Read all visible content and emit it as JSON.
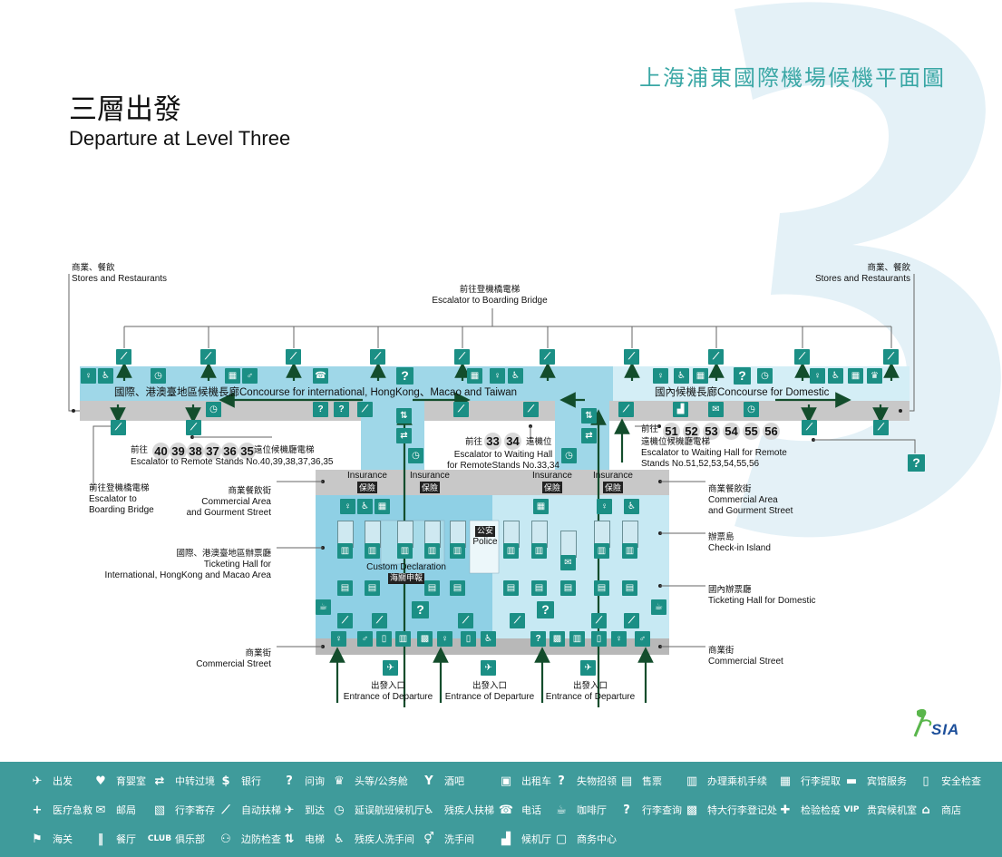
{
  "header_cn": "上海浦東國際機場候機平面圖",
  "title_cn": "三層出發",
  "title_en": "Departure at Level Three",
  "labels": {
    "stores_left_cn": "商業、餐飲",
    "stores_left_en": "Stores and Restaurants",
    "stores_right_cn": "商業、餐飲",
    "stores_right_en": "Stores and Restaurants",
    "esc_bridge_top_cn": "前往登機橋電梯",
    "esc_bridge_top_en": "Escalator to Boarding Bridge",
    "concourse_intl": "國際、港澳臺地區候機長廊Concourse for international, HongKong、Macao and Taiwan",
    "concourse_dom": "國內候機長廊Concourse for Domestic",
    "remote_left_prefix": "前往",
    "remote_left_suffix": "遠位候機廳電梯",
    "remote_left_en": "Escalator to  Remote Stands No.40,39,38,37,36,35",
    "remote_mid_prefix": "前往",
    "remote_mid_suffix": "遠機位",
    "remote_mid_en1": "Escalator to Waiting Hall",
    "remote_mid_en2": "for RemoteStands No.33,34",
    "remote_right_prefix": "前往",
    "remote_right_cn2": "遠機位候機廳電梯",
    "remote_right_en1": "Escalator to Waiting Hall for Remote",
    "remote_right_en2": "Stands No.51,52,53,54,55,56",
    "esc_bridge_left_cn": "前往登機橋電梯",
    "esc_bridge_left_en1": "Escalator to",
    "esc_bridge_left_en2": "Boarding Bridge",
    "commercial_area_left_cn": "商業餐飲街",
    "commercial_area_left_en1": "Commercial Area",
    "commercial_area_left_en2": "and Gourment Street",
    "commercial_area_right_cn": "商業餐飲街",
    "commercial_area_right_en1": "Commercial Area",
    "commercial_area_right_en2": "and Gourment Street",
    "checkin_island_cn": "辦票島",
    "checkin_island_en": "Check-in Island",
    "ticket_intl_cn": "國際、港澳臺地區辦票廳",
    "ticket_intl_en1": "Ticketing Hall for",
    "ticket_intl_en2": "International, HongKong and Macao Area",
    "ticket_dom_cn": "國內辦票廳",
    "ticket_dom_en": "Ticketing Hall for Domestic",
    "commercial_street_left_cn": "商業街",
    "commercial_street_left_en": "Commercial Street",
    "commercial_street_right_cn": "商業街",
    "commercial_street_right_en": "Commercial Street",
    "police_cn": "公安",
    "police_en": "Police",
    "customs_en": "Custom Declaration",
    "customs_cn": "海關申報",
    "entrance_cn": "出發入口",
    "entrance_en": "Entrance of Departure",
    "insurance_en": "Insurance",
    "insurance_cn": "保險"
  },
  "gates_left": [
    "40",
    "39",
    "38",
    "37",
    "36",
    "35"
  ],
  "gates_mid": [
    "33",
    "34"
  ],
  "gates_right": [
    "51",
    "52",
    "53",
    "54",
    "55",
    "56"
  ],
  "logo_text": "SIA",
  "legend": [
    {
      "icon": "plane-depart-icon",
      "glyph": "✈",
      "label": "出发"
    },
    {
      "icon": "nursery-icon",
      "glyph": "♥",
      "label": "育婴室"
    },
    {
      "icon": "transfer-icon",
      "glyph": "⇄",
      "label": "中转过境"
    },
    {
      "icon": "bank-icon",
      "glyph": "$",
      "label": "银行"
    },
    {
      "icon": "question-icon",
      "glyph": "?",
      "label": "问询"
    },
    {
      "icon": "firstclass-icon",
      "glyph": "♛",
      "label": "头等/公务舱"
    },
    {
      "icon": "bar-icon",
      "glyph": "Y",
      "label": "酒吧"
    },
    {
      "icon": "taxi-icon",
      "glyph": "▣",
      "label": "出租车"
    },
    {
      "icon": "lost-found-icon",
      "glyph": "?",
      "label": "失物招领"
    },
    {
      "icon": "ticket-icon",
      "glyph": "▤",
      "label": "售票"
    },
    {
      "icon": "checkin-icon",
      "glyph": "▥",
      "label": "办理乘机手续"
    },
    {
      "icon": "baggage-claim-icon",
      "glyph": "▦",
      "label": "行李提取"
    },
    {
      "icon": "hotel-icon",
      "glyph": "▬",
      "label": "宾馆服务"
    },
    {
      "icon": "security-icon",
      "glyph": "▯",
      "label": "安全检查"
    },
    {
      "icon": "first-aid-icon",
      "glyph": "+",
      "label": "医疗急救"
    },
    {
      "icon": "mail-icon",
      "glyph": "✉",
      "label": "邮局"
    },
    {
      "icon": "luggage-storage-icon",
      "glyph": "▧",
      "label": "行李寄存"
    },
    {
      "icon": "escalator-icon",
      "glyph": "⟋",
      "label": "自动扶梯"
    },
    {
      "icon": "arrival-icon",
      "glyph": "✈",
      "label": "到达"
    },
    {
      "icon": "delayed-icon",
      "glyph": "◷",
      "label": "延误航班候机厅"
    },
    {
      "icon": "disabled-escalator-icon",
      "glyph": "♿",
      "label": "残疾人扶梯"
    },
    {
      "icon": "telephone-icon",
      "glyph": "☎",
      "label": "电话"
    },
    {
      "icon": "cafe-icon",
      "glyph": "☕",
      "label": "咖啡厅"
    },
    {
      "icon": "baggage-inquiry-icon",
      "glyph": "?",
      "label": "行李查询"
    },
    {
      "icon": "oversize-baggage-icon",
      "glyph": "▩",
      "label": "特大行李登记处"
    },
    {
      "icon": "quarantine-icon",
      "glyph": "✚",
      "label": "检验检疫"
    },
    {
      "icon": "vip-icon",
      "glyph": "VIP",
      "label": "贵宾候机室"
    },
    {
      "icon": "shop-icon",
      "glyph": "⌂",
      "label": "商店"
    },
    {
      "icon": "customs-icon",
      "glyph": "⚑",
      "label": "海关"
    },
    {
      "icon": "restaurant-icon",
      "glyph": "‖",
      "label": "餐厅"
    },
    {
      "icon": "club-icon",
      "glyph": "CLUB",
      "label": "俱乐部"
    },
    {
      "icon": "border-control-icon",
      "glyph": "⚇",
      "label": "边防检查"
    },
    {
      "icon": "elevator-icon",
      "glyph": "⇅",
      "label": "电梯"
    },
    {
      "icon": "disabled-toilet-icon",
      "glyph": "♿",
      "label": "残疾人洗手间"
    },
    {
      "icon": "toilet-icon",
      "glyph": "⚥",
      "label": "洗手间"
    },
    {
      "icon": "waiting-hall-icon",
      "glyph": "▟",
      "label": "候机厅"
    },
    {
      "icon": "business-center-icon",
      "glyph": "▢",
      "label": "商务中心"
    }
  ]
}
